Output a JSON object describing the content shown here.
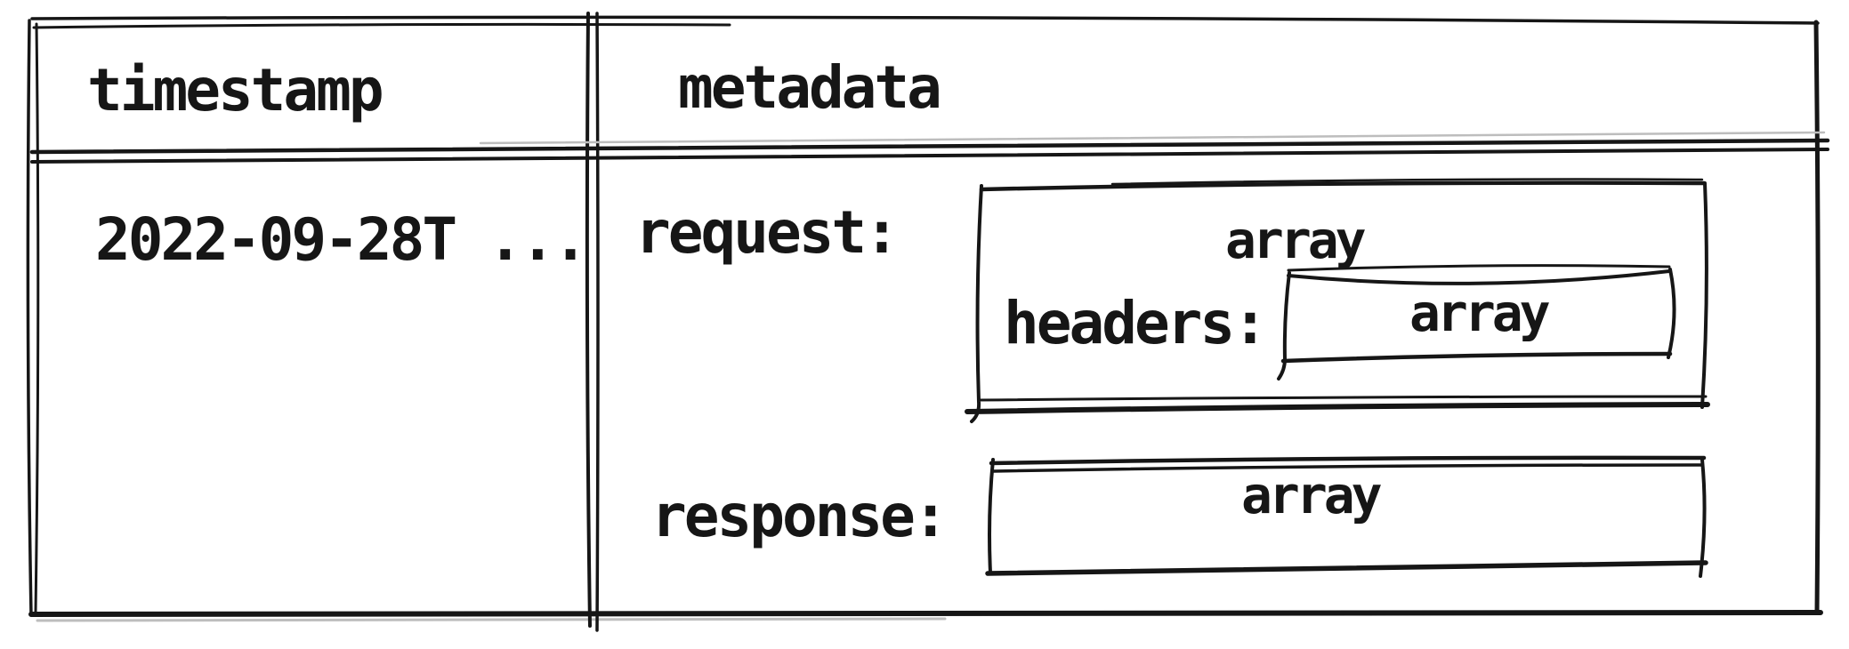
{
  "colors": {
    "ink": "#161616",
    "paper": "#ffffff"
  },
  "table": {
    "columns": [
      {
        "header": "timestamp"
      },
      {
        "header": "metadata"
      }
    ],
    "row": {
      "timestamp": "2022-09-28T ...",
      "metadata": {
        "request": {
          "key": "request:",
          "type": "array",
          "headers": {
            "key": "headers:",
            "type": "array"
          }
        },
        "response": {
          "key": "response:",
          "type": "array"
        }
      }
    }
  }
}
